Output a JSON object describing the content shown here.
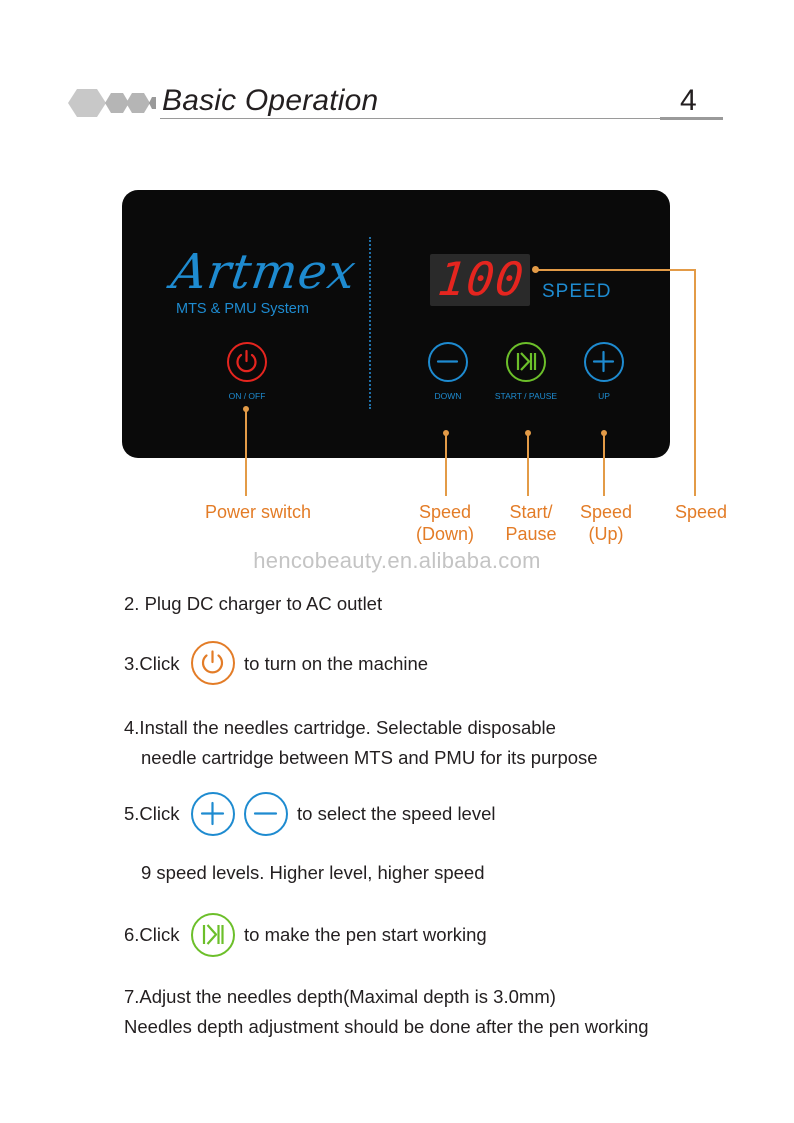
{
  "header": {
    "title": "Basic Operation",
    "page_number": "4"
  },
  "panel": {
    "brand": "Artmex",
    "subtitle": "MTS & PMU System",
    "display_value": "100",
    "speed_label": "SPEED",
    "buttons": {
      "power": "ON / OFF",
      "down": "DOWN",
      "start_pause": "START / PAUSE",
      "up": "UP"
    }
  },
  "callouts": {
    "power": "Power switch",
    "speed_down": [
      "Speed",
      "(Down)"
    ],
    "start_pause": [
      "Start/",
      "Pause"
    ],
    "speed_up": [
      "Speed",
      "(Up)"
    ],
    "speed": "Speed"
  },
  "watermark": "hencobeauty.en.alibaba.com",
  "steps": {
    "s2": "2. Plug DC charger to AC outlet",
    "s3_prefix": "3.Click",
    "s3_suffix": "to turn on the machine",
    "s4_line1": "4.Install the needles cartridge. Selectable disposable",
    "s4_line2": "needle cartridge between MTS and PMU for its purpose",
    "s5_prefix": "5.Click",
    "s5_suffix": "to select the speed level",
    "s5_note": "9 speed levels. Higher level, higher speed",
    "s6_prefix": "6.Click",
    "s6_suffix": "to make the pen start working",
    "s7_line1": "7.Adjust the needles depth(Maximal depth is 3.0mm)",
    "s7_line2": "Needles depth adjustment should be done after the pen working"
  },
  "colors": {
    "orange": "#e37c27",
    "blue": "#1e8bd0",
    "red": "#e5251f",
    "green": "#6cbf2a",
    "panel": "#0a0a0a"
  },
  "icons": [
    "hexagon-icon",
    "power-icon",
    "minus-icon",
    "play-pause-icon",
    "plus-icon"
  ]
}
